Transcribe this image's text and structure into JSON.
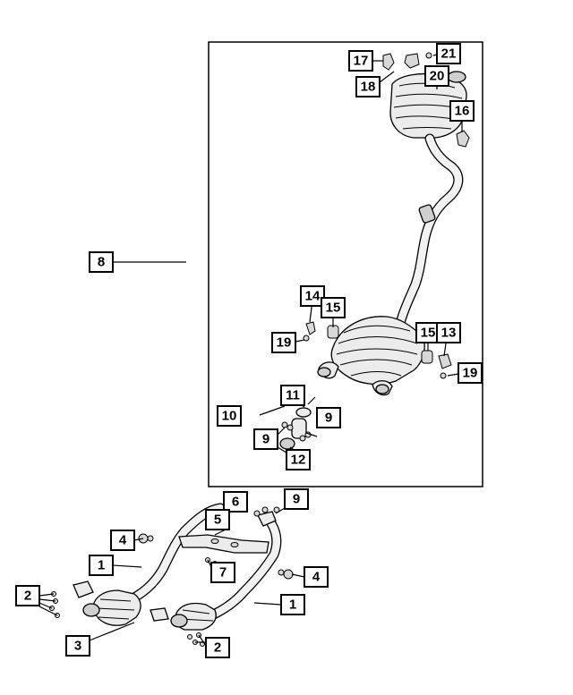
{
  "callouts": {
    "c1a": "1",
    "c1b": "1",
    "c2a": "2",
    "c2b": "2",
    "c3": "3",
    "c4a": "4",
    "c4b": "4",
    "c5": "5",
    "c6": "6",
    "c7": "7",
    "c8": "8",
    "c9a": "9",
    "c9b": "9",
    "c9c": "9",
    "c10": "10",
    "c11": "11",
    "c12": "12",
    "c13": "13",
    "c14": "14",
    "c15a": "15",
    "c15b": "15",
    "c16": "16",
    "c17": "17",
    "c18": "18",
    "c19a": "19",
    "c19b": "19",
    "c20": "20",
    "c21": "21"
  }
}
